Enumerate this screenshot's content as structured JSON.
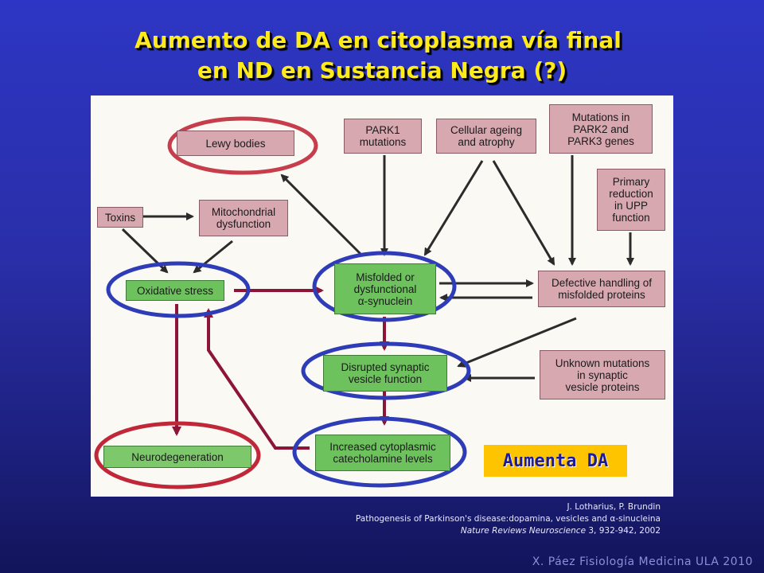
{
  "title": {
    "line1": "Aumento de DA en citoplasma vía final",
    "line2": "en ND en Sustancia Negra (?)"
  },
  "boxes": {
    "lewy": "Lewy bodies",
    "park1": "PARK1\nmutations",
    "ageing": "Cellular ageing\nand atrophy",
    "park23": "Mutations in\nPARK2 and\nPARK3 genes",
    "toxins": "Toxins",
    "mito": "Mitochondrial\ndysfunction",
    "upp": "Primary\nreduction\nin UPP\nfunction",
    "oxidative": "Oxidative stress",
    "misfolded": "Misfolded or\ndysfunctional\nα-synuclein",
    "defective": "Defective handling of\nmisfolded proteins",
    "vesicle": "Disrupted synaptic\nvesicle function",
    "unknown": "Unknown mutations\nin synaptic\nvesicle proteins",
    "neurodegeneration": "Neurodegeneration",
    "catecholamine": "Increased cytoplasmic\ncatecholamine levels"
  },
  "callout": "Aumenta DA",
  "citation": {
    "authors": "J. Lotharius, P. Brundin",
    "title": "Pathogenesis of Parkinson's disease:dopamina, vesicles and α-sinucleina",
    "journal": "Nature Reviews Neuroscience",
    "details": " 3, 932-942, 2002"
  },
  "footer": "X. Páez Fisiología Medicina ULA 2010",
  "colors": {
    "background": "#2a2ea8",
    "title": "#ffea1a",
    "pink_box": "#d8a8b1",
    "green_box": "#6ec25e",
    "red_ellipse": "#c0283a",
    "blue_ellipse": "#2f3cb8",
    "arrow_dark": "#2b2b2b",
    "arrow_red": "#8c1538",
    "callout": "#ffc400"
  }
}
